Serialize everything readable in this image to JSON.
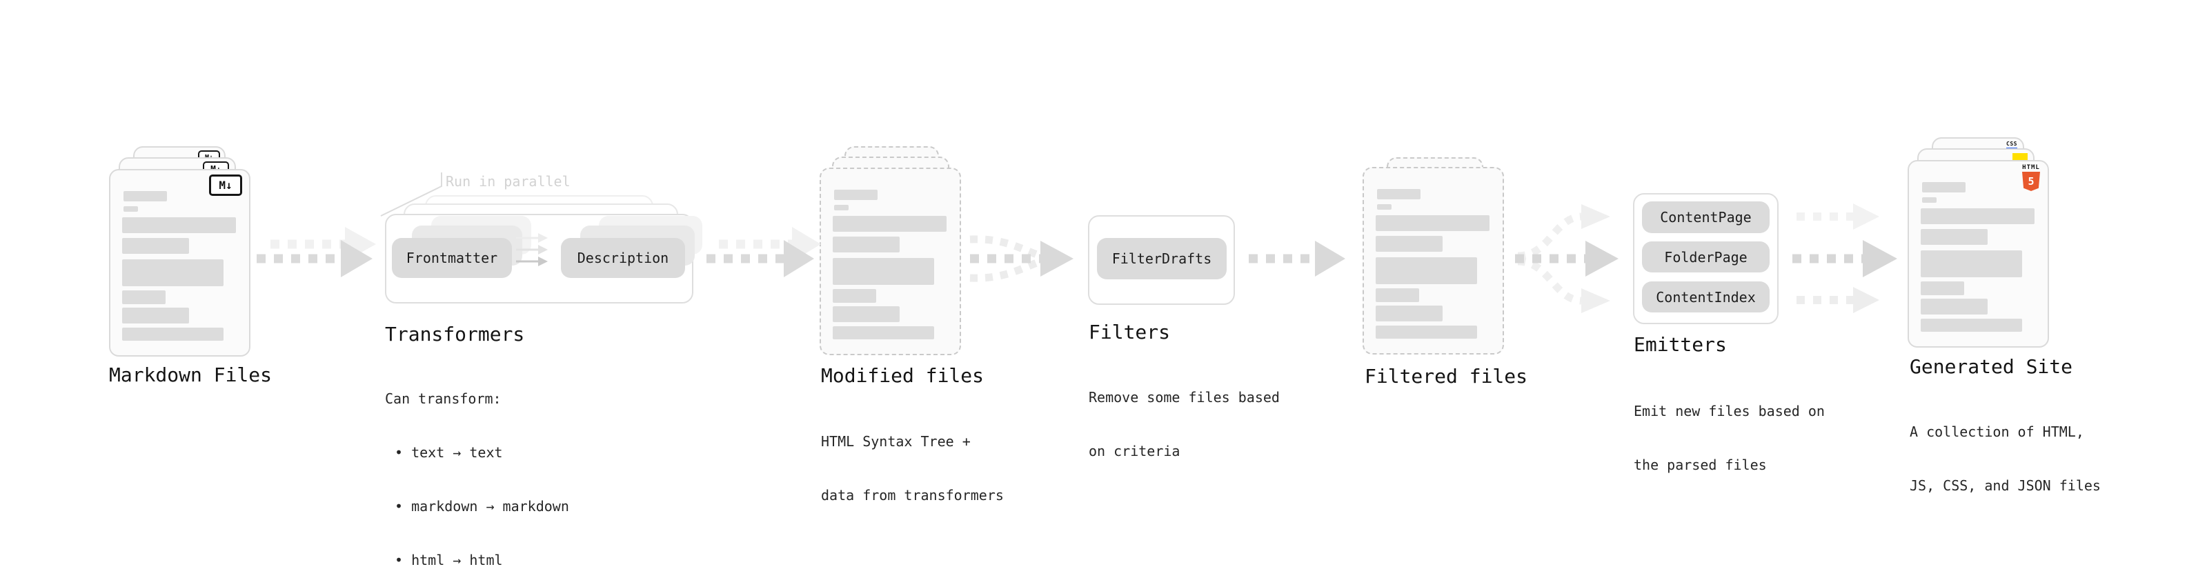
{
  "stages": {
    "markdown": {
      "label": "Markdown Files"
    },
    "transformers": {
      "label": "Transformers",
      "note": "Run in parallel",
      "pill_left": "Frontmatter",
      "pill_right": "Description",
      "desc_title": "Can transform:",
      "desc_items": [
        "• text → text",
        "• markdown → markdown",
        "• html → html"
      ]
    },
    "modified": {
      "label": "Modified files",
      "desc_lines": [
        "HTML Syntax Tree +",
        "data from transformers"
      ]
    },
    "filters": {
      "label": "Filters",
      "pill": "FilterDrafts",
      "desc_lines": [
        "Remove some files based",
        "on criteria"
      ]
    },
    "filtered": {
      "label": "Filtered files"
    },
    "emitters": {
      "label": "Emitters",
      "pills": [
        "ContentPage",
        "FolderPage",
        "ContentIndex"
      ],
      "desc_lines": [
        "Emit new files based on",
        "the parsed files"
      ]
    },
    "generated": {
      "label": "Generated Site",
      "desc_lines": [
        "A collection of HTML,",
        "JS, CSS, and JSON files"
      ]
    }
  },
  "icons": {
    "markdown_glyph": "M↓",
    "html5_caption": "HTML",
    "html5_number": "5",
    "css_caption": "CSS"
  },
  "colors": {
    "arrow_main": "#d9d9d9",
    "arrow_echo": "#f1f1f1",
    "arrow_branch": "#ececec",
    "doc_border": "#dadada",
    "pill_bg": "#dbdbdb",
    "html5_orange": "#e8582c",
    "js_yellow": "#ffdf00",
    "css_blue": "#2b63f6"
  }
}
